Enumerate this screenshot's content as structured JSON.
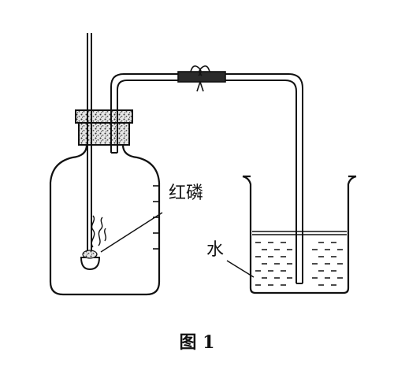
{
  "labels": {
    "red_phosphorus": "红磷",
    "water": "水"
  },
  "caption": "图 1",
  "colors": {
    "ink": "#111111",
    "stopper_fill": "#bdbdbd",
    "clamp_fill": "#2a2a2a"
  }
}
